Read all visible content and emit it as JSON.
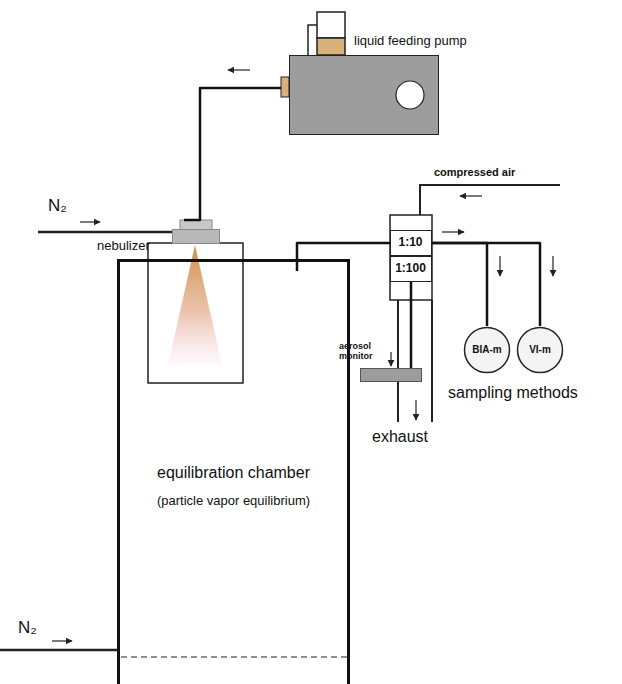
{
  "diagram": {
    "nodes": [
      {
        "text": [
          "liquid feeding pump"
        ]
      },
      {
        "text": [
          "nebulizer"
        ]
      },
      {
        "text": [
          "equilibration chamber",
          "(particle vapor equilibrium)"
        ]
      },
      {
        "text": [
          "1:10"
        ]
      },
      {
        "text": [
          "1:100"
        ]
      },
      {
        "text": [
          "BIA-m"
        ]
      },
      {
        "text": [
          "VI-m"
        ]
      },
      {
        "text": [
          "aerosol monitor"
        ]
      }
    ],
    "edges": [
      {
        "from": 0,
        "to": 1,
        "arrow": "none"
      },
      {
        "from": 2,
        "to": 3,
        "arrow": "none"
      },
      {
        "from": 3,
        "to": 5,
        "arrow": "none"
      },
      {
        "from": 3,
        "to": 6,
        "arrow": "none"
      },
      {
        "from": 4,
        "to": 7,
        "arrow": "none"
      }
    ],
    "labels": [
      "N₂",
      "N₂",
      "compressed air",
      "exhaust",
      "sampling methods"
    ]
  }
}
